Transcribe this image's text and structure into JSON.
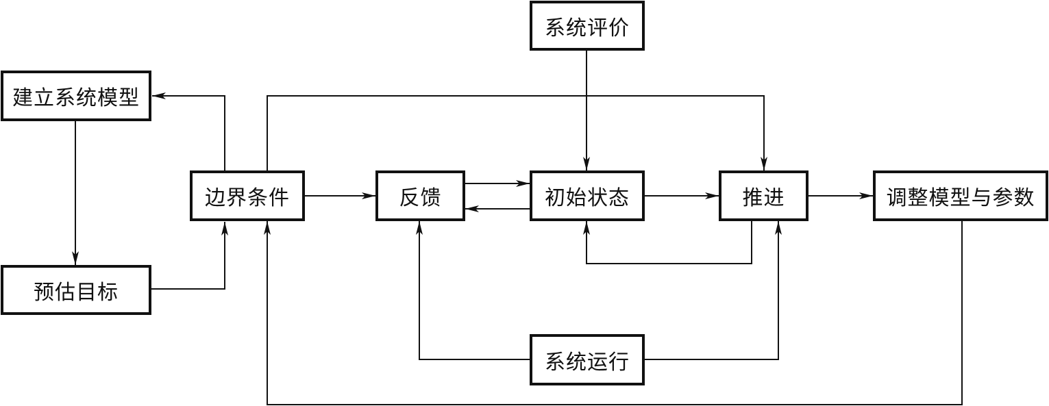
{
  "diagram": {
    "type": "flowchart",
    "nodes": {
      "system_evaluation": "系统评价",
      "build_model": "建立系统模型",
      "estimate_target": "预估目标",
      "boundary_conditions": "边界条件",
      "feedback": "反馈",
      "initial_state": "初始状态",
      "advance": "推进",
      "adjust_model_params": "调整模型与参数",
      "system_operation": "系统运行"
    },
    "edges": [
      {
        "from": "boundary_conditions",
        "to": "build_model"
      },
      {
        "from": "build_model",
        "to": "estimate_target"
      },
      {
        "from": "estimate_target",
        "to": "boundary_conditions"
      },
      {
        "from": "boundary_conditions",
        "to": "advance"
      },
      {
        "from": "boundary_conditions",
        "to": "feedback"
      },
      {
        "from": "feedback",
        "to": "initial_state"
      },
      {
        "from": "initial_state",
        "to": "feedback"
      },
      {
        "from": "system_evaluation",
        "to": "initial_state"
      },
      {
        "from": "initial_state",
        "to": "advance"
      },
      {
        "from": "advance",
        "to": "initial_state"
      },
      {
        "from": "advance",
        "to": "adjust_model_params"
      },
      {
        "from": "system_operation",
        "to": "feedback"
      },
      {
        "from": "system_operation",
        "to": "advance"
      },
      {
        "from": "adjust_model_params",
        "to": "boundary_conditions"
      }
    ],
    "colors": {
      "stroke": "#111111",
      "background": "#ffffff"
    }
  }
}
